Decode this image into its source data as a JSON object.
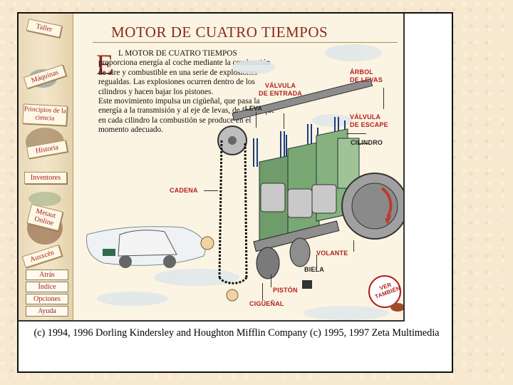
{
  "title": "MOTOR DE CUATRO TIEMPOS",
  "intro": {
    "dropcap": "E",
    "lead": "L MOTOR DE CUATRO TIEMPOS proporciona energía al coche mediante la combustión de aire y combustible en una serie de explosiones regualdas. Las explosiones ocurren dentro de los cilindros y hacen bajar los pistones.",
    "body": "Este movimiento impulsa un cigüeñal, que pasa la energía a la transmisión y al eje de levas, de forma que en cada cilindro la combustión se produce en el momento adecuado."
  },
  "sidebar": {
    "tabs": [
      "Taller",
      "Máquinas",
      "Principios de la ciencia",
      "Historia",
      "Inventores",
      "Metaut Online",
      "Ausxcén"
    ],
    "buttons": [
      "Atrás",
      "Índice",
      "Opciones",
      "Ayuda"
    ]
  },
  "labels": {
    "arbol_de_levas": [
      "ÁRBOL",
      "DE LEVAS"
    ],
    "valvula_entrada": [
      "VÁLVULA",
      "DE ENTRADA"
    ],
    "leva": "LEVA",
    "valvula_escape": [
      "VÁLVULA",
      "DE ESCAPE"
    ],
    "cilindro": "CILINDRO",
    "cadena": "CADENA",
    "volante": "VOLANTE",
    "biela": "BIELA",
    "piston": "PISTÓN",
    "ciguenal": "CIGÜEÑAL",
    "ver_tambien": [
      "VER",
      "TAMBIÉN"
    ]
  },
  "caption": "(c) 1994, 1996 Dorling Kindersley and Houghton Mifflin Company (c) 1995, 1997 Zeta Multimedia",
  "colors": {
    "accent": "#b21f1f",
    "title": "#8a2a1c",
    "page_bg": "#f6e9cf"
  }
}
